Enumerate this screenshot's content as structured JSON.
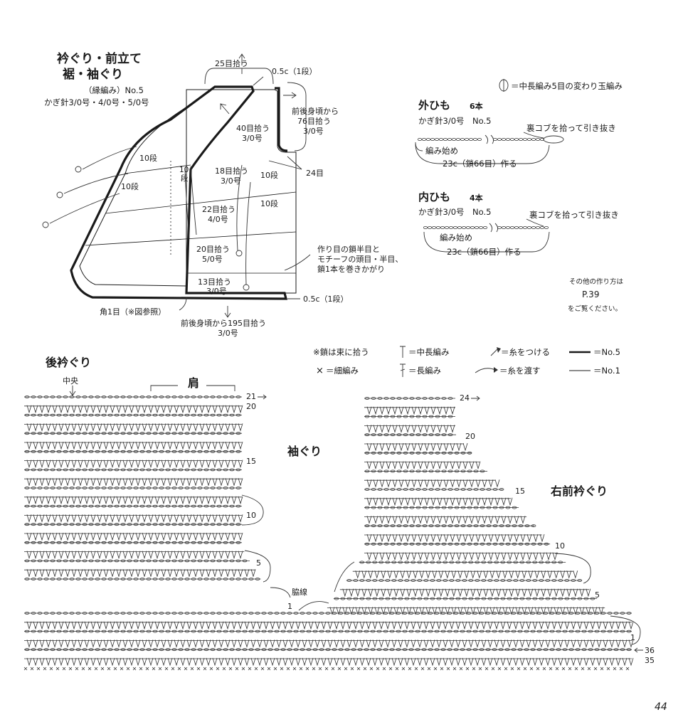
{
  "schematic": {
    "title_line1": "衿ぐり・前立て",
    "title_line2": "裾・袖ぐり",
    "subtitle": "（縁編み）No.5",
    "hook": "かぎ針3/0号・4/0号・5/0号",
    "labels": {
      "pick25": "25目拾う",
      "half_top": "0.5c（1段）",
      "front_back_76_a": "前後身頃から",
      "front_back_76_b": "76目拾う",
      "front_back_76_c": "3/0号",
      "pick40_a": "40目拾う",
      "pick40_b": "3/0号",
      "rows10_a": "10段",
      "rows10_b": "10段",
      "rows10_c": "10",
      "rows10_c2": "段",
      "pick18_a": "18目拾う",
      "pick18_b": "3/0号",
      "rows10_d": "10段",
      "stitch24": "24目",
      "pick22_a": "22目拾う",
      "pick22_b": "4/0号",
      "rows10_e": "10段",
      "pick20_a": "20目拾う",
      "pick20_b": "5/0号",
      "note_a": "作り目の鎖半目と",
      "note_b": "モチーフの頭目・半目、",
      "note_c": "鎖1本を巻きかがり",
      "pick13_a": "13目拾う",
      "pick13_b": "3/0号",
      "half_bottom": "0.5c（1段）",
      "corner": "角1目（※図参照）",
      "pick195_a": "前後身頃から195目拾う",
      "pick195_b": "3/0号"
    }
  },
  "legend_top": {
    "puff": "＝中長編み5目の変わり玉編み"
  },
  "outer_cord": {
    "title": "外ひも",
    "count": "6本",
    "hook": "かぎ針3/0号　No.5",
    "finish": "裏コブを拾って引き抜き",
    "start": "編み始め",
    "length": "23c（鎖66目）作る"
  },
  "inner_cord": {
    "title": "内ひも",
    "count": "4本",
    "hook": "かぎ針3/0号　No.5",
    "finish": "裏コブを拾って引き抜き",
    "start": "編み始め",
    "length": "23c（鎖66目）作る"
  },
  "reference": {
    "line1": "その他の作り方は",
    "line2": "P.39",
    "line3": "をご覧ください。"
  },
  "symbol_legend": {
    "chain_note": "※鎖は束に拾う",
    "hdc": "＝中長編み",
    "join": "＝糸をつける",
    "no5": "＝No.5",
    "sc": "＝細編み",
    "dc": "＝長編み",
    "carry": "＝糸を渡す",
    "no1": "＝No.1"
  },
  "chart": {
    "back_neck": "後衿ぐり",
    "center": "中央",
    "shoulder": "肩",
    "armhole": "袖ぐり",
    "right_front": "右前衿ぐり",
    "side_seam": "脇線",
    "left_rows": {
      "r21": "21",
      "r20": "20",
      "r15": "15",
      "r10": "10",
      "r5": "5",
      "r1": "1"
    },
    "right_rows": {
      "r24": "24",
      "r20": "20",
      "r15": "15",
      "r10": "10",
      "r5": "5",
      "r1": "1",
      "r36": "36",
      "r35": "35"
    }
  },
  "page_number": "44"
}
